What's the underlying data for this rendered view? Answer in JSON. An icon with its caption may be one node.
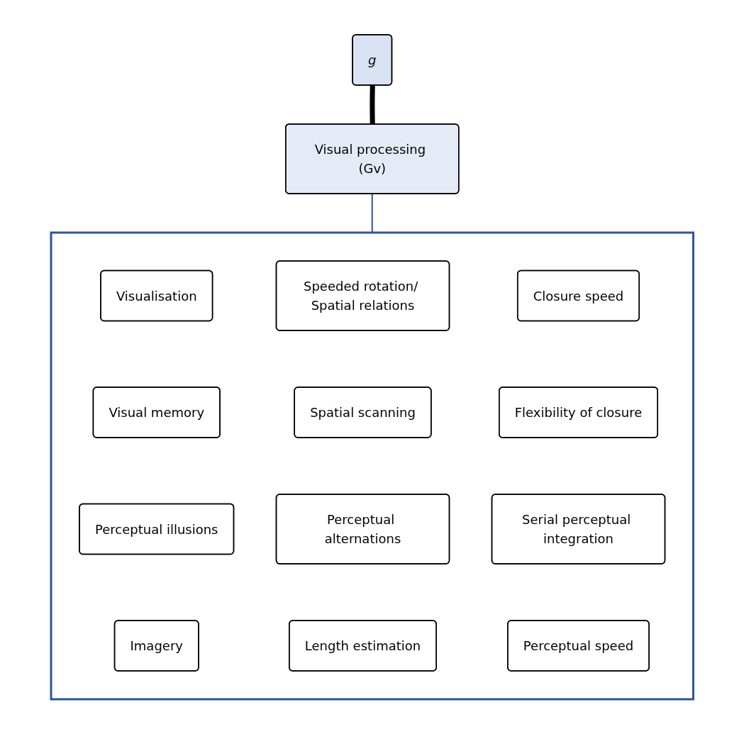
{
  "diagram": {
    "nodes": [
      {
        "text": [
          "g"
        ]
      },
      {
        "text": [
          "Visual processing (Gv)"
        ]
      },
      {
        "text": [],
        "shape": "box"
      },
      {
        "text": [
          "Visualisation"
        ],
        "in": 2
      },
      {
        "text": [
          "Speeded rotation/ Spatial relations"
        ],
        "in": 2
      },
      {
        "text": [
          "Closure speed"
        ],
        "in": 2
      },
      {
        "text": [
          "Visual memory"
        ],
        "in": 2
      },
      {
        "text": [
          "Spatial scanning"
        ],
        "in": 2
      },
      {
        "text": [
          "Flexibility of closure"
        ],
        "in": 2
      },
      {
        "text": [
          "Perceptual illusions"
        ],
        "in": 2
      },
      {
        "text": [
          "Perceptual alternations"
        ],
        "in": 2
      },
      {
        "text": [
          "Serial perceptual integration"
        ],
        "in": 2
      },
      {
        "text": [
          "Imagery"
        ],
        "in": 2
      },
      {
        "text": [
          "Length estimation"
        ],
        "in": 2
      },
      {
        "text": [
          "Perceptual speed"
        ],
        "in": 2
      }
    ],
    "edges": [
      {
        "from": 0,
        "to": 1,
        "arrow": "none",
        "style": "thick"
      },
      {
        "from": 1,
        "to": 2,
        "arrow": "none",
        "color": "#2f5597"
      }
    ]
  }
}
